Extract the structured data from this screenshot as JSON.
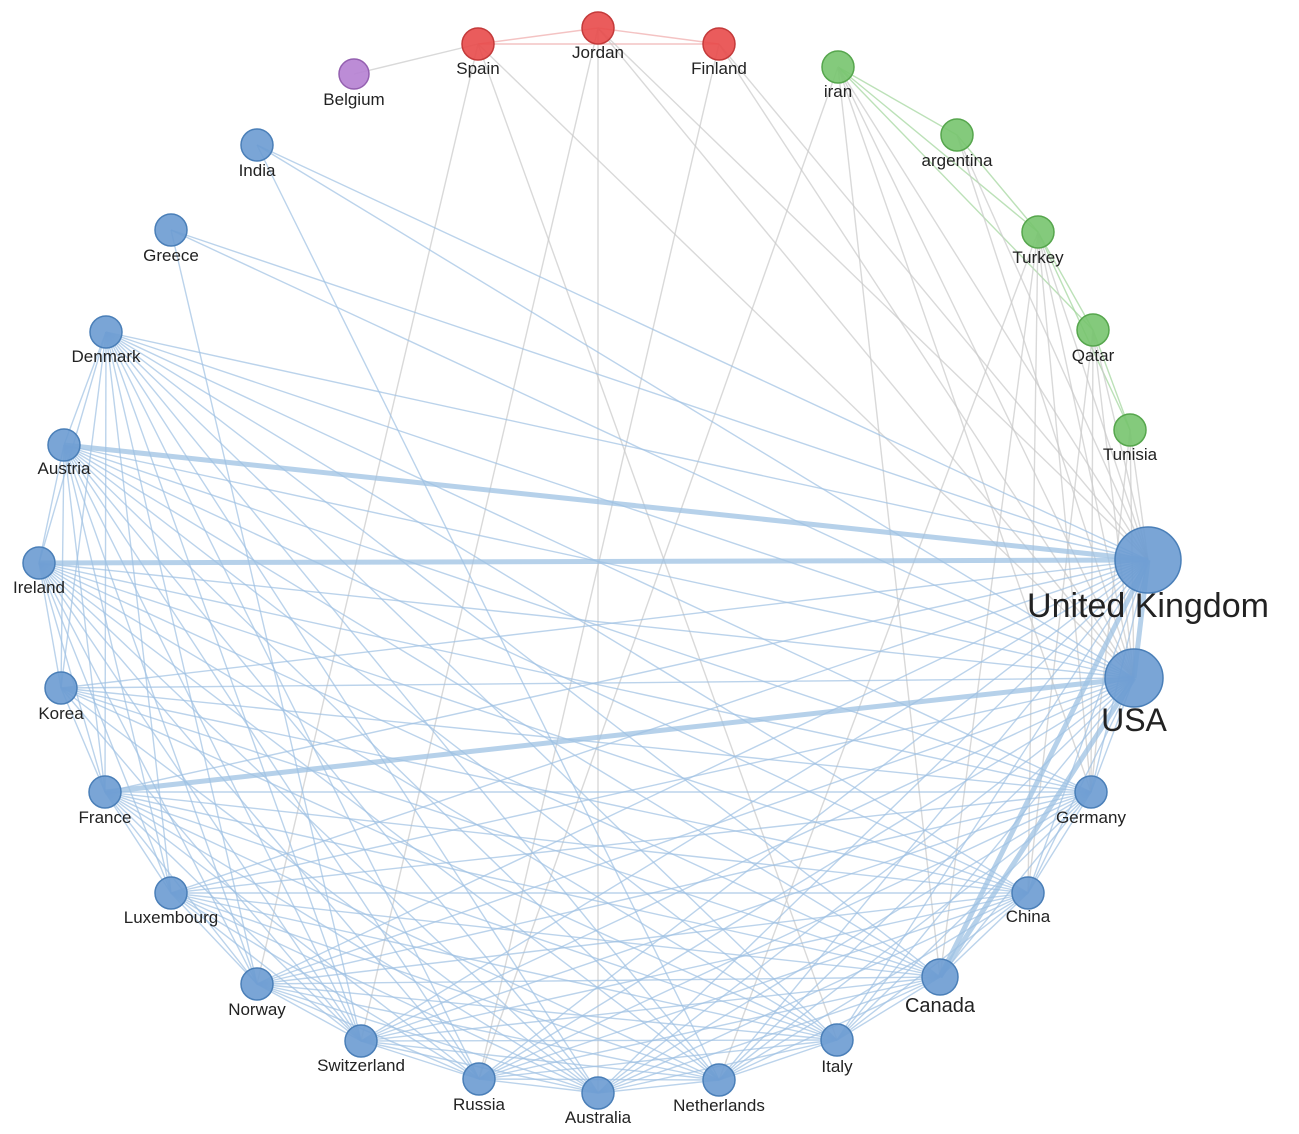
{
  "colors": {
    "blue": "#6b9bd1",
    "blue_stroke": "#4a7fb8",
    "red": "#e84a4a",
    "red_stroke": "#c43a3a",
    "green": "#77c46e",
    "green_stroke": "#56a64d",
    "purple": "#b57fd1",
    "purple_stroke": "#9460b0",
    "edge_blue": "#9ec1e3",
    "edge_green": "#9fd49a",
    "edge_red": "#f0a9a9",
    "edge_gray": "#c9c9c9"
  },
  "nodes": [
    {
      "id": "belgium",
      "label": "Belgium",
      "group": "purple"
    },
    {
      "id": "spain",
      "label": "Spain",
      "group": "red"
    },
    {
      "id": "jordan",
      "label": "Jordan",
      "group": "red"
    },
    {
      "id": "finland",
      "label": "Finland",
      "group": "red"
    },
    {
      "id": "iran",
      "label": "iran",
      "group": "green"
    },
    {
      "id": "argentina",
      "label": "argentina",
      "group": "green"
    },
    {
      "id": "turkey",
      "label": "Turkey",
      "group": "green"
    },
    {
      "id": "qatar",
      "label": "Qatar",
      "group": "green"
    },
    {
      "id": "tunisia",
      "label": "Tunisia",
      "group": "green"
    },
    {
      "id": "uk",
      "label": "United Kingdom",
      "group": "blue"
    },
    {
      "id": "usa",
      "label": "USA",
      "group": "blue"
    },
    {
      "id": "germany",
      "label": "Germany",
      "group": "blue"
    },
    {
      "id": "china",
      "label": "China",
      "group": "blue"
    },
    {
      "id": "canada",
      "label": "Canada",
      "group": "blue"
    },
    {
      "id": "italy",
      "label": "Italy",
      "group": "blue"
    },
    {
      "id": "netherlands",
      "label": "Netherlands",
      "group": "blue"
    },
    {
      "id": "australia",
      "label": "Australia",
      "group": "blue"
    },
    {
      "id": "russia",
      "label": "Russia",
      "group": "blue"
    },
    {
      "id": "switzerland",
      "label": "Switzerland",
      "group": "blue"
    },
    {
      "id": "norway",
      "label": "Norway",
      "group": "blue"
    },
    {
      "id": "luxembourg",
      "label": "Luxembourg",
      "group": "blue"
    },
    {
      "id": "france",
      "label": "France",
      "group": "blue"
    },
    {
      "id": "korea",
      "label": "Korea",
      "group": "blue"
    },
    {
      "id": "ireland",
      "label": "Ireland",
      "group": "blue"
    },
    {
      "id": "austria",
      "label": "Austria",
      "group": "blue"
    },
    {
      "id": "denmark",
      "label": "Denmark",
      "group": "blue"
    },
    {
      "id": "greece",
      "label": "Greece",
      "group": "blue"
    },
    {
      "id": "india",
      "label": "India",
      "group": "blue"
    }
  ],
  "edges": [
    [
      "belgium",
      "spain"
    ],
    [
      "spain",
      "jordan"
    ],
    [
      "jordan",
      "finland"
    ],
    [
      "spain",
      "finland"
    ],
    [
      "iran",
      "argentina"
    ],
    [
      "iran",
      "turkey"
    ],
    [
      "argentina",
      "turkey"
    ],
    [
      "turkey",
      "qatar"
    ],
    [
      "qatar",
      "tunisia"
    ],
    [
      "turkey",
      "tunisia"
    ],
    [
      "iran",
      "qatar"
    ],
    [
      "iran",
      "usa"
    ],
    [
      "iran",
      "uk"
    ],
    [
      "iran",
      "canada"
    ],
    [
      "iran",
      "germany"
    ],
    [
      "iran",
      "russia"
    ],
    [
      "turkey",
      "usa"
    ],
    [
      "turkey",
      "uk"
    ],
    [
      "turkey",
      "china"
    ],
    [
      "turkey",
      "germany"
    ],
    [
      "turkey",
      "netherlands"
    ],
    [
      "turkey",
      "canada"
    ],
    [
      "qatar",
      "usa"
    ],
    [
      "qatar",
      "uk"
    ],
    [
      "qatar",
      "china"
    ],
    [
      "qatar",
      "germany"
    ],
    [
      "tunisia",
      "usa"
    ],
    [
      "tunisia",
      "uk"
    ],
    [
      "tunisia",
      "germany"
    ],
    [
      "argentina",
      "usa"
    ],
    [
      "argentina",
      "uk"
    ],
    [
      "jordan",
      "usa"
    ],
    [
      "jordan",
      "uk"
    ],
    [
      "jordan",
      "switzerland"
    ],
    [
      "jordan",
      "australia"
    ],
    [
      "spain",
      "norway"
    ],
    [
      "spain",
      "italy"
    ],
    [
      "spain",
      "usa"
    ],
    [
      "finland",
      "usa"
    ],
    [
      "finland",
      "uk"
    ],
    [
      "finland",
      "russia"
    ],
    [
      "india",
      "usa"
    ],
    [
      "india",
      "uk"
    ],
    [
      "india",
      "netherlands"
    ],
    [
      "greece",
      "usa"
    ],
    [
      "greece",
      "uk"
    ],
    [
      "greece",
      "switzerland"
    ],
    [
      "denmark",
      "usa"
    ],
    [
      "denmark",
      "uk"
    ],
    [
      "denmark",
      "france"
    ],
    [
      "denmark",
      "austria"
    ],
    [
      "denmark",
      "ireland"
    ],
    [
      "denmark",
      "korea"
    ],
    [
      "denmark",
      "germany"
    ],
    [
      "denmark",
      "canada"
    ],
    [
      "denmark",
      "netherlands"
    ],
    [
      "denmark",
      "australia"
    ],
    [
      "denmark",
      "switzerland"
    ],
    [
      "denmark",
      "norway"
    ],
    [
      "denmark",
      "luxembourg"
    ],
    [
      "denmark",
      "italy"
    ],
    [
      "denmark",
      "russia"
    ],
    [
      "denmark",
      "china"
    ],
    [
      "austria",
      "usa"
    ],
    [
      "austria",
      "uk"
    ],
    [
      "austria",
      "ireland"
    ],
    [
      "austria",
      "france"
    ],
    [
      "austria",
      "germany"
    ],
    [
      "austria",
      "canada"
    ],
    [
      "austria",
      "switzerland"
    ],
    [
      "austria",
      "netherlands"
    ],
    [
      "austria",
      "australia"
    ],
    [
      "austria",
      "italy"
    ],
    [
      "austria",
      "norway"
    ],
    [
      "austria",
      "luxembourg"
    ],
    [
      "austria",
      "russia"
    ],
    [
      "austria",
      "china"
    ],
    [
      "austria",
      "korea"
    ],
    [
      "ireland",
      "usa"
    ],
    [
      "ireland",
      "uk"
    ],
    [
      "ireland",
      "france"
    ],
    [
      "ireland",
      "germany"
    ],
    [
      "ireland",
      "canada"
    ],
    [
      "ireland",
      "switzerland"
    ],
    [
      "ireland",
      "netherlands"
    ],
    [
      "ireland",
      "australia"
    ],
    [
      "ireland",
      "italy"
    ],
    [
      "ireland",
      "norway"
    ],
    [
      "ireland",
      "luxembourg"
    ],
    [
      "ireland",
      "russia"
    ],
    [
      "ireland",
      "korea"
    ],
    [
      "ireland",
      "china"
    ],
    [
      "korea",
      "usa"
    ],
    [
      "korea",
      "uk"
    ],
    [
      "korea",
      "france"
    ],
    [
      "korea",
      "germany"
    ],
    [
      "korea",
      "canada"
    ],
    [
      "korea",
      "china"
    ],
    [
      "korea",
      "australia"
    ],
    [
      "korea",
      "italy"
    ],
    [
      "korea",
      "switzerland"
    ],
    [
      "france",
      "usa"
    ],
    [
      "france",
      "uk"
    ],
    [
      "france",
      "germany"
    ],
    [
      "france",
      "canada"
    ],
    [
      "france",
      "switzerland"
    ],
    [
      "france",
      "netherlands"
    ],
    [
      "france",
      "australia"
    ],
    [
      "france",
      "italy"
    ],
    [
      "france",
      "norway"
    ],
    [
      "france",
      "luxembourg"
    ],
    [
      "france",
      "russia"
    ],
    [
      "france",
      "china"
    ],
    [
      "luxembourg",
      "usa"
    ],
    [
      "luxembourg",
      "uk"
    ],
    [
      "luxembourg",
      "germany"
    ],
    [
      "luxembourg",
      "canada"
    ],
    [
      "luxembourg",
      "switzerland"
    ],
    [
      "luxembourg",
      "netherlands"
    ],
    [
      "luxembourg",
      "australia"
    ],
    [
      "luxembourg",
      "italy"
    ],
    [
      "luxembourg",
      "norway"
    ],
    [
      "luxembourg",
      "russia"
    ],
    [
      "luxembourg",
      "china"
    ],
    [
      "norway",
      "usa"
    ],
    [
      "norway",
      "uk"
    ],
    [
      "norway",
      "germany"
    ],
    [
      "norway",
      "canada"
    ],
    [
      "norway",
      "switzerland"
    ],
    [
      "norway",
      "netherlands"
    ],
    [
      "norway",
      "australia"
    ],
    [
      "norway",
      "italy"
    ],
    [
      "norway",
      "russia"
    ],
    [
      "norway",
      "china"
    ],
    [
      "switzerland",
      "usa"
    ],
    [
      "switzerland",
      "uk"
    ],
    [
      "switzerland",
      "germany"
    ],
    [
      "switzerland",
      "canada"
    ],
    [
      "switzerland",
      "netherlands"
    ],
    [
      "switzerland",
      "australia"
    ],
    [
      "switzerland",
      "italy"
    ],
    [
      "switzerland",
      "russia"
    ],
    [
      "switzerland",
      "china"
    ],
    [
      "russia",
      "usa"
    ],
    [
      "russia",
      "uk"
    ],
    [
      "russia",
      "germany"
    ],
    [
      "russia",
      "canada"
    ],
    [
      "russia",
      "netherlands"
    ],
    [
      "russia",
      "australia"
    ],
    [
      "russia",
      "italy"
    ],
    [
      "russia",
      "china"
    ],
    [
      "australia",
      "usa"
    ],
    [
      "australia",
      "uk"
    ],
    [
      "australia",
      "germany"
    ],
    [
      "australia",
      "canada"
    ],
    [
      "australia",
      "netherlands"
    ],
    [
      "australia",
      "italy"
    ],
    [
      "australia",
      "china"
    ],
    [
      "netherlands",
      "usa"
    ],
    [
      "netherlands",
      "uk"
    ],
    [
      "netherlands",
      "germany"
    ],
    [
      "netherlands",
      "canada"
    ],
    [
      "netherlands",
      "italy"
    ],
    [
      "netherlands",
      "china"
    ],
    [
      "italy",
      "usa"
    ],
    [
      "italy",
      "uk"
    ],
    [
      "italy",
      "germany"
    ],
    [
      "italy",
      "canada"
    ],
    [
      "italy",
      "china"
    ],
    [
      "canada",
      "usa"
    ],
    [
      "canada",
      "uk"
    ],
    [
      "canada",
      "germany"
    ],
    [
      "canada",
      "china"
    ],
    [
      "china",
      "usa"
    ],
    [
      "china",
      "uk"
    ],
    [
      "china",
      "germany"
    ],
    [
      "germany",
      "usa"
    ],
    [
      "germany",
      "uk"
    ],
    [
      "uk",
      "usa"
    ],
    [
      "france",
      "usa"
    ],
    [
      "ireland",
      "uk"
    ]
  ],
  "heavy_edges": [
    [
      "france",
      "usa"
    ],
    [
      "ireland",
      "uk"
    ],
    [
      "uk",
      "usa"
    ],
    [
      "canada",
      "usa"
    ],
    [
      "canada",
      "uk"
    ],
    [
      "austria",
      "uk"
    ]
  ]
}
